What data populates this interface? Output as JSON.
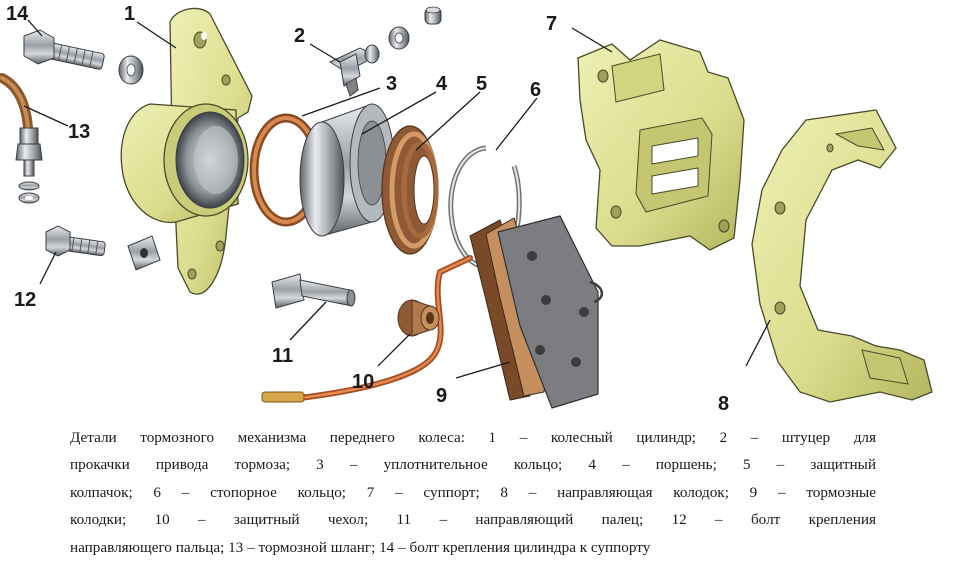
{
  "callouts": {
    "n1": "1",
    "n2": "2",
    "n3": "3",
    "n4": "4",
    "n5": "5",
    "n6": "6",
    "n7": "7",
    "n8": "8",
    "n9": "9",
    "n10": "10",
    "n11": "11",
    "n12": "12",
    "n13": "13",
    "n14": "14"
  },
  "caption": {
    "line1": "Детали тормозного механизма переднего колеса: 1 – колесный цилиндр; 2 – штуцер для",
    "line2": "прокачки привода тормоза; 3 – уплотнительное кольцо; 4 – поршень; 5 – защитный",
    "line3": "колпачок; 6 – стопорное кольцо; 7 – суппорт; 8 – направляющая колодок; 9 – тормозные",
    "line4": "колодки; 10 – защитный чехол; 11 – направляющий палец; 12 – болт крепления",
    "line5": "направляющего пальца; 13 – тормозной шланг; 14 – болт крепления цилиндра к суппорту"
  },
  "colors": {
    "casting": "#e2e49a",
    "casting_shade": "#b9bb63",
    "outline": "#4a4a2a",
    "steel": "#b8bcc0",
    "steel_dark": "#6e7378",
    "copper": "#c4713a",
    "rubber": "#a8734a",
    "pad_plate": "#7b7d80",
    "line": "#1a1a1a"
  }
}
